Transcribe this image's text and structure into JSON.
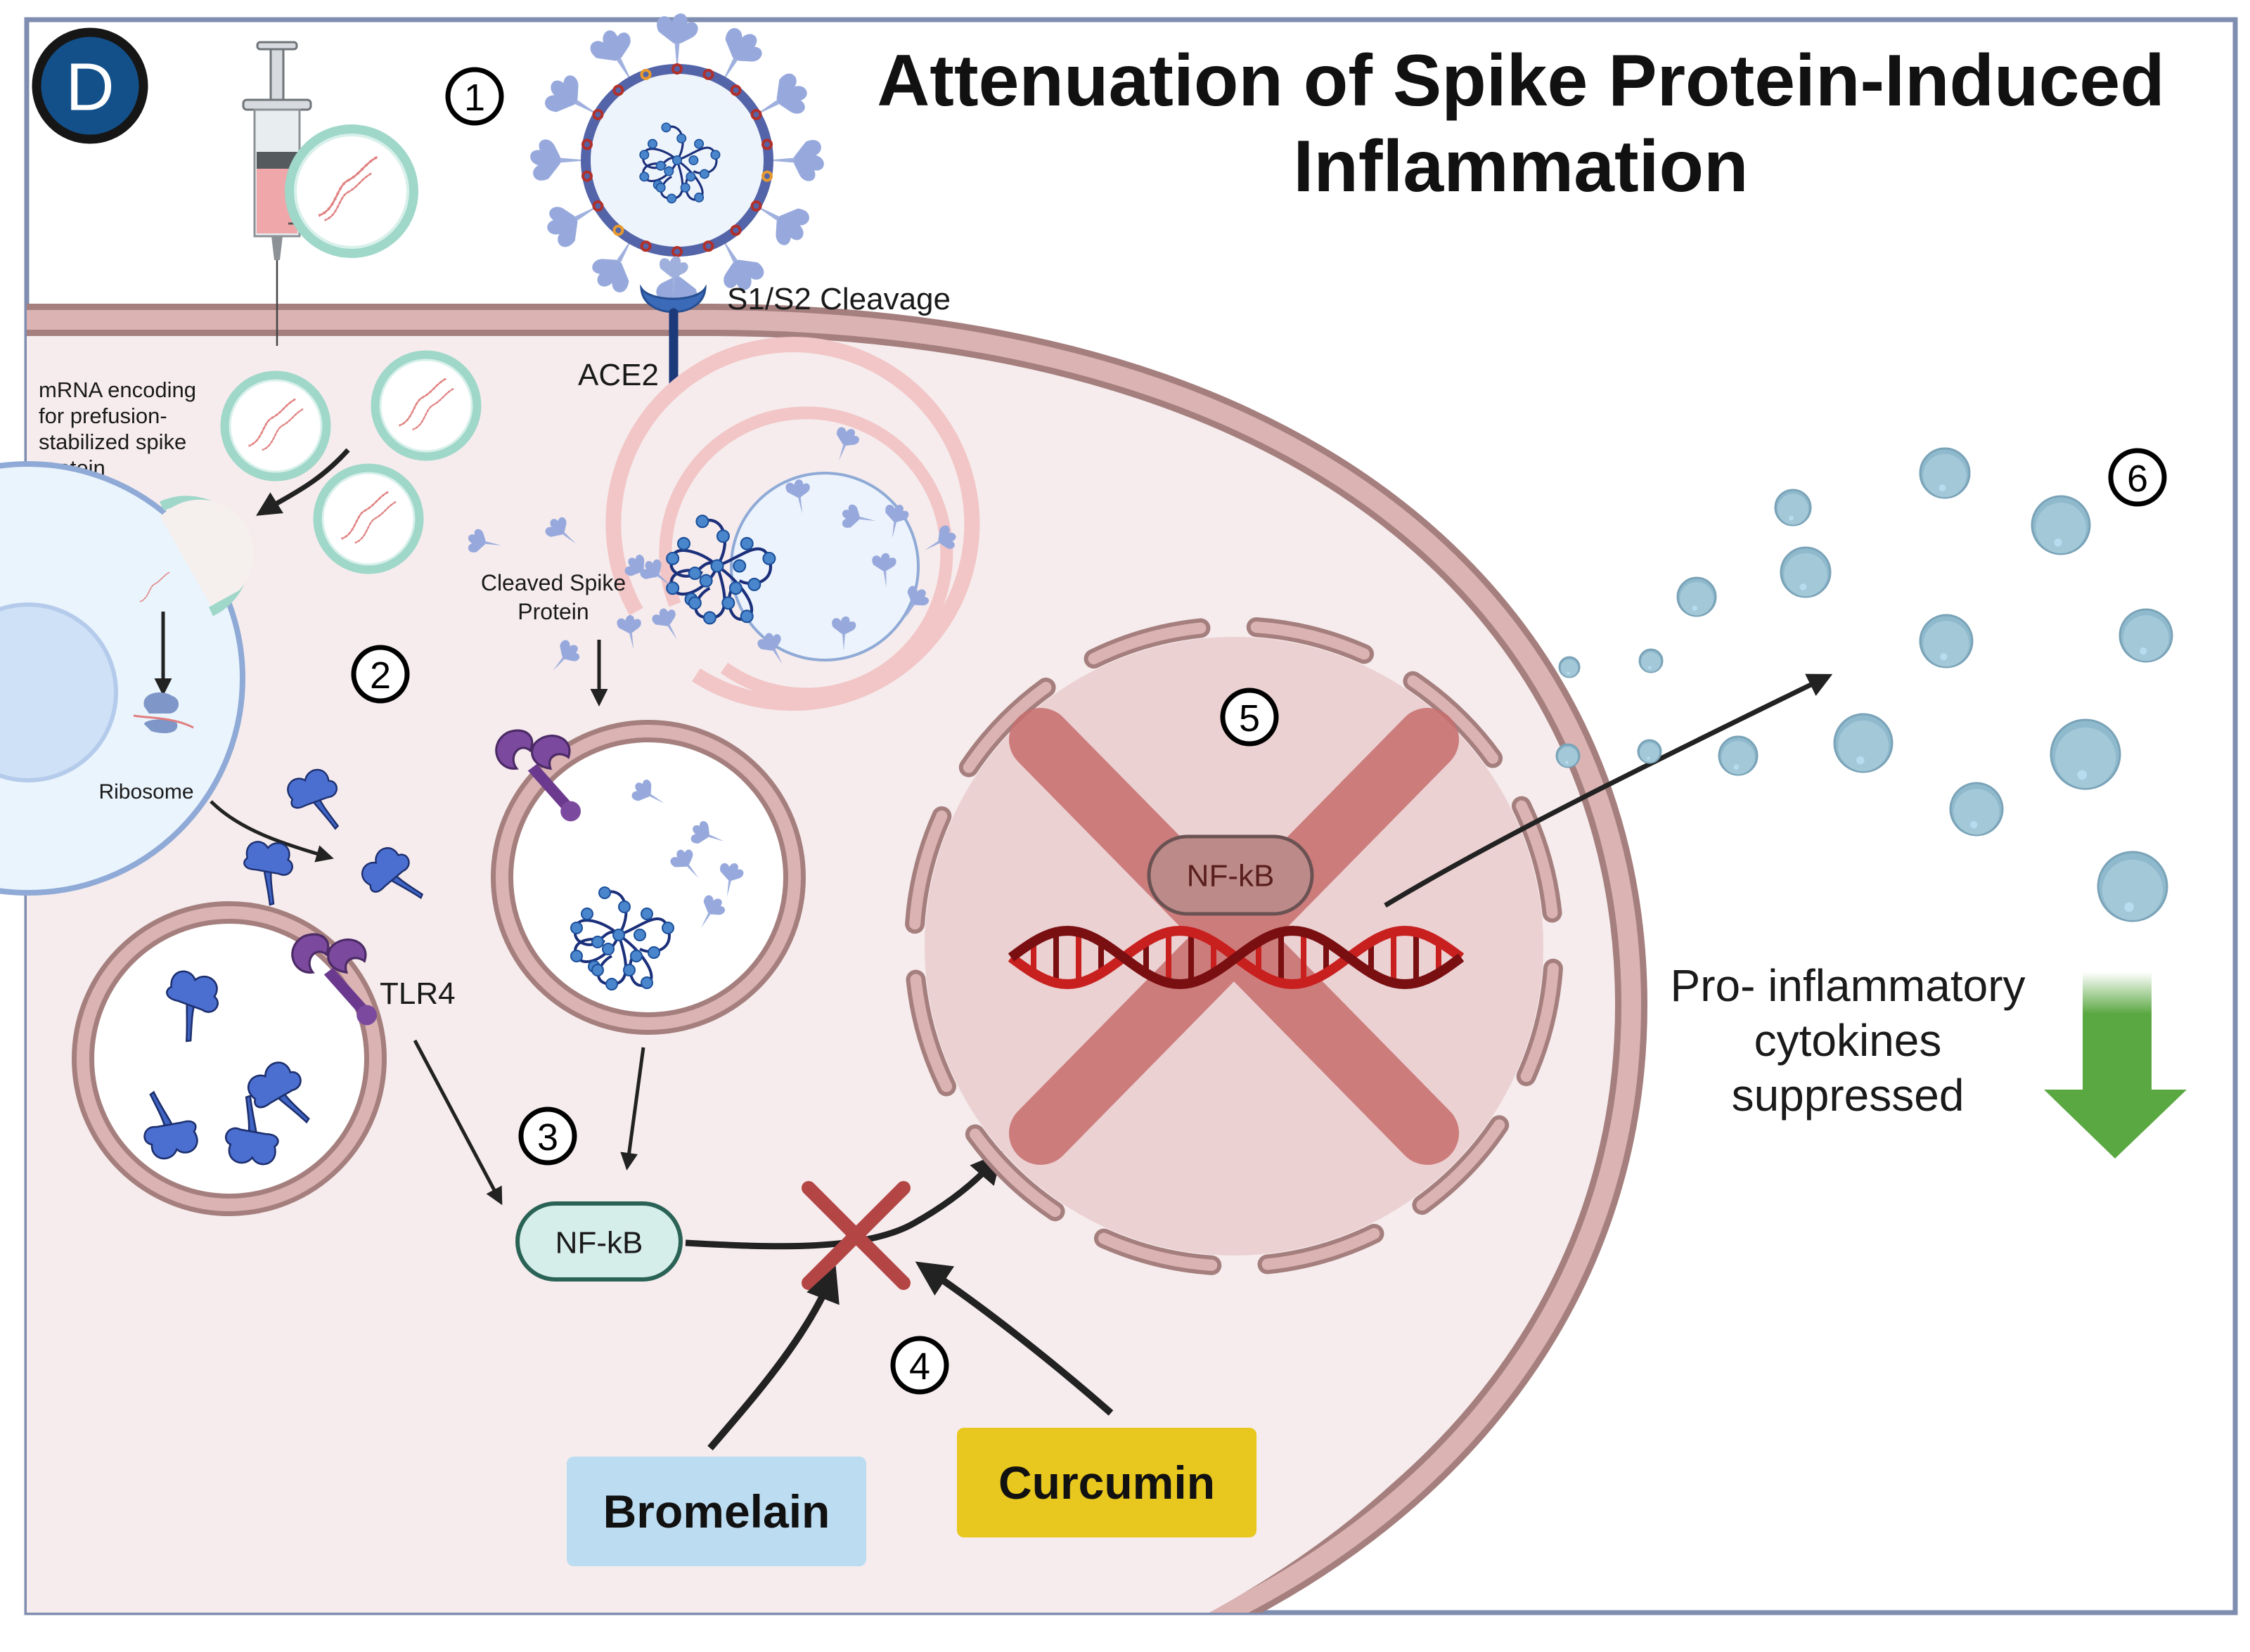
{
  "figure": {
    "panel_letter": "D",
    "title_line1": "Attenuation of Spike Protein-Induced",
    "title_line2": "Inflammation"
  },
  "labels": {
    "s1s2_cleavage": "S1/S2 Cleavage",
    "ace2": "ACE2",
    "mrna_line1": "mRNA encoding",
    "mrna_line2": "for prefusion-",
    "mrna_line3": "stabilized spike",
    "mrna_line4": "protein",
    "ribosome": "Ribosome",
    "cleaved_line1": "Cleaved Spike",
    "cleaved_line2": "Protein",
    "tlr4": "TLR4",
    "nfkb_cytoplasm": "NF-kB",
    "nfkb_nucleus": "NF-kB",
    "cytokines_line1": "Pro- inflammatory",
    "cytokines_line2": "cytokines",
    "cytokines_line3": "suppressed"
  },
  "steps": [
    "1",
    "2",
    "3",
    "4",
    "5",
    "6"
  ],
  "inhibitors": [
    {
      "name": "Bromelain",
      "color": "#bcdcf2"
    },
    {
      "name": "Curcumin",
      "color": "#e8c71e"
    }
  ],
  "colors": {
    "frame": "#7f8db0",
    "badge": "#13508a",
    "membrane_dark": "#a57f7e",
    "membrane_light": "#dbb3b3",
    "cytoplasm": "#f6eced",
    "block_x": "#b34545",
    "suppressed_arrow": "#5aa841",
    "cytokine": "#8fb9cc"
  }
}
